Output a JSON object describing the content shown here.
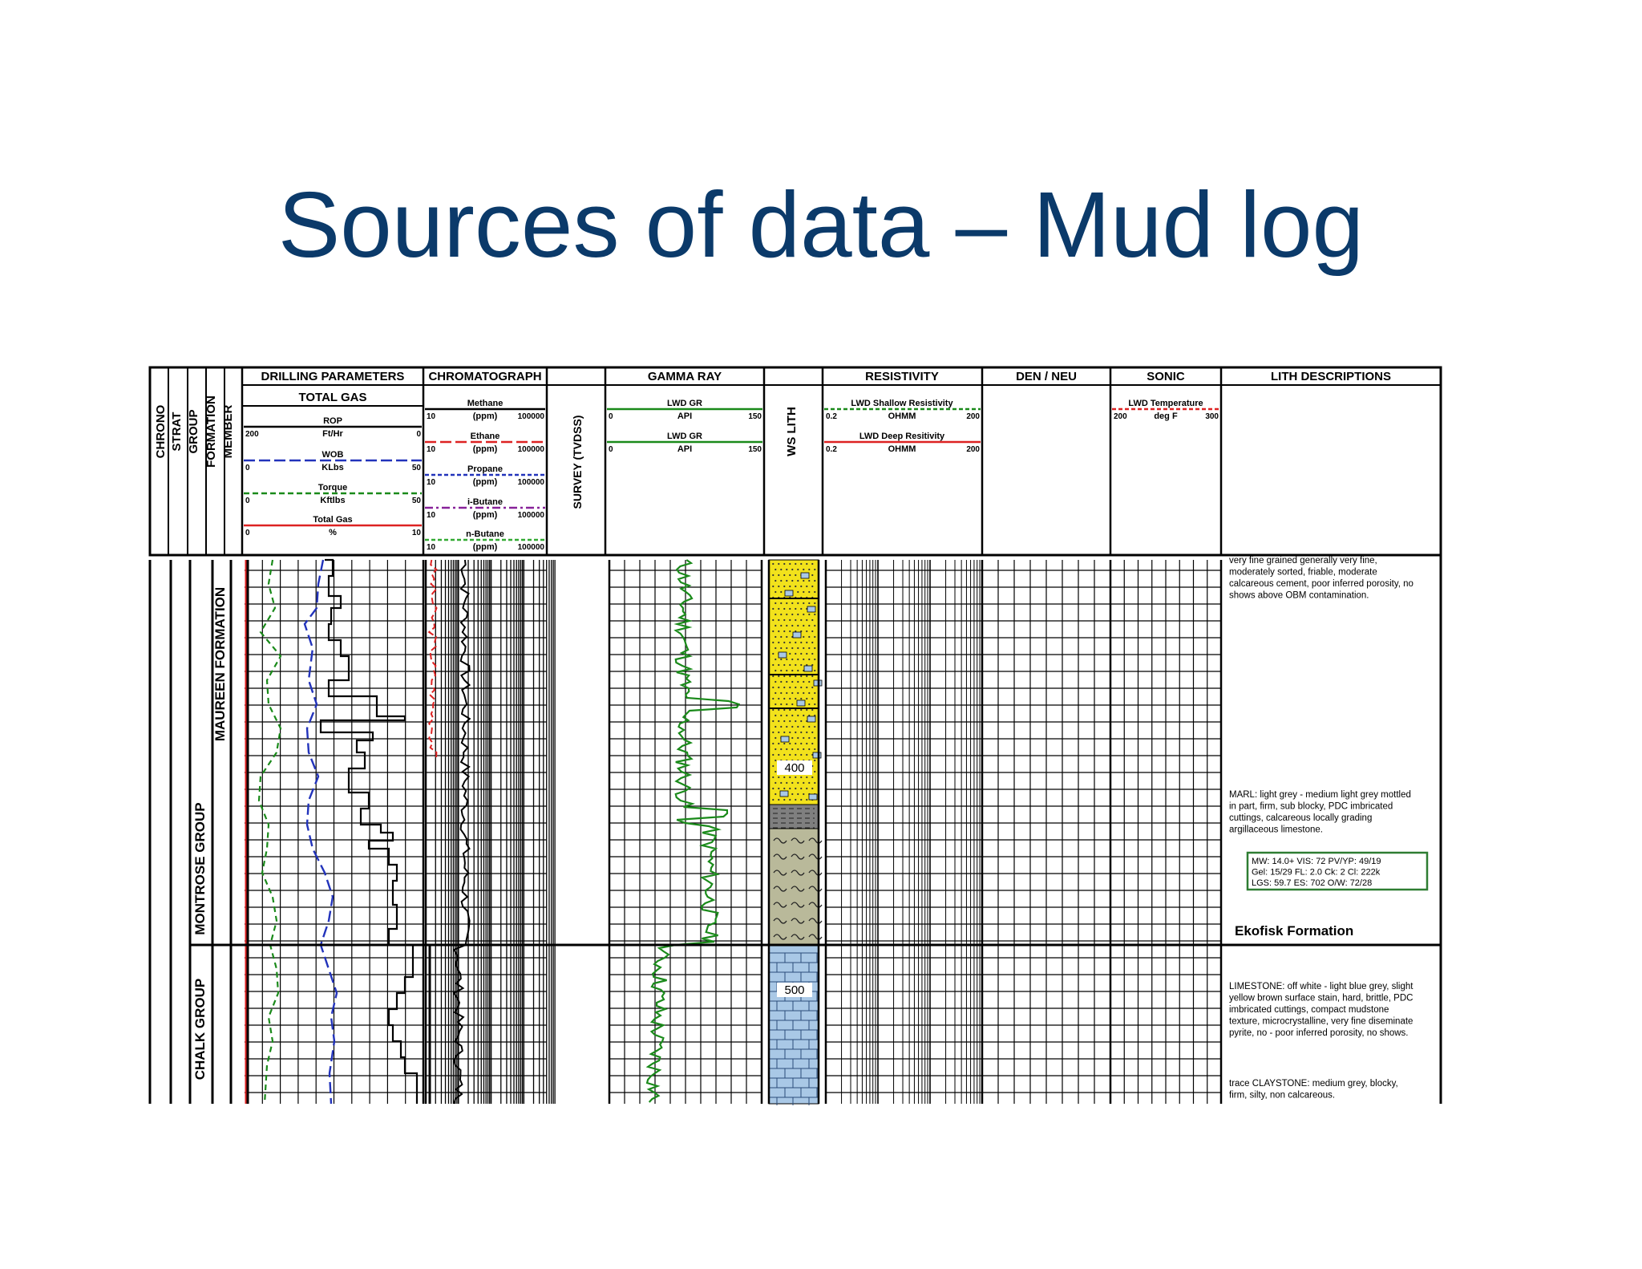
{
  "slide": {
    "title": "Sources of data – Mud log"
  },
  "header": {
    "strat_columns": [
      "CHRONO",
      "STRAT",
      "GROUP",
      "FORMATION",
      "MEMBER"
    ],
    "drilling_parameters": {
      "title": "DRILLING PARAMETERS",
      "subtitle": "TOTAL GAS",
      "curves": [
        {
          "name": "ROP",
          "unit": "Ft/Hr",
          "min": "200",
          "max": "0",
          "color": "#000000"
        },
        {
          "name": "WOB",
          "unit": "KLbs",
          "min": "0",
          "max": "50",
          "color": "#2233bb"
        },
        {
          "name": "Torque",
          "unit": "Kftlbs",
          "min": "0",
          "max": "50",
          "color": "#1a8a1a"
        },
        {
          "name": "Total Gas",
          "unit": "%",
          "min": "0",
          "max": "10",
          "color": "#dd2222"
        }
      ]
    },
    "chromatograph": {
      "title": "CHROMATOGRAPH",
      "curves": [
        {
          "name": "Methane",
          "unit": "(ppm)",
          "min": "10",
          "max": "100000",
          "color": "#000000"
        },
        {
          "name": "Ethane",
          "unit": "(ppm)",
          "min": "10",
          "max": "100000",
          "color": "#dd2222"
        },
        {
          "name": "Propane",
          "unit": "(ppm)",
          "min": "10",
          "max": "100000",
          "color": "#2233bb"
        },
        {
          "name": "i-Butane",
          "unit": "(ppm)",
          "min": "10",
          "max": "100000",
          "color": "#882299"
        },
        {
          "name": "n-Butane",
          "unit": "(ppm)",
          "min": "10",
          "max": "100000",
          "color": "#33aa33"
        }
      ]
    },
    "survey": {
      "title": "SURVEY (TVDSS)"
    },
    "gamma_ray": {
      "title": "GAMMA RAY",
      "curves": [
        {
          "name": "LWD GR",
          "unit": "API",
          "min": "0",
          "max": "150",
          "color": "#1a8a1a"
        },
        {
          "name": "LWD GR",
          "unit": "API",
          "min": "0",
          "max": "150",
          "color": "#1a8a1a"
        }
      ]
    },
    "ws_lith": {
      "title": "WS LITH"
    },
    "resistivity": {
      "title": "RESISTIVITY",
      "curves": [
        {
          "name": "LWD Shallow Resistivity",
          "unit": "OHMM",
          "min": "0.2",
          "max": "200",
          "color": "#1a8a1a"
        },
        {
          "name": "LWD Deep Resitivity",
          "unit": "OHMM",
          "min": "0.2",
          "max": "200",
          "color": "#dd2222"
        }
      ]
    },
    "den_neu": {
      "title": "DEN / NEU"
    },
    "sonic": {
      "title": "SONIC",
      "curves": [
        {
          "name": "LWD Temperature",
          "unit": "deg F",
          "min": "200",
          "max": "300",
          "color": "#dd2222"
        }
      ]
    },
    "lith_descriptions": {
      "title": "LITH DESCRIPTIONS"
    }
  },
  "body": {
    "units": {
      "group_upper": "MONTROSE GROUP",
      "group_lower": "CHALK GROUP",
      "formation": "MAUREEN FORMATION",
      "boundary_label": "Ekofisk  Formation"
    },
    "depth_markers": [
      "400",
      "500"
    ],
    "descriptions": [
      "very fine grained generally very fine,",
      "moderately sorted, friable, moderate",
      "calcareous cement, poor inferred porosity, no",
      "shows above OBM contamination."
    ],
    "marl_description": [
      "MARL: light grey - medium light grey mottled",
      "in part, firm, sub blocky, PDC imbricated",
      "cuttings, calcareous locally grading",
      "argillaceous limestone."
    ],
    "mud_properties": [
      "MW: 14.0+   VIS: 72     PV/YP: 49/19",
      "Gel: 15/29  FL: 2.0   Ck: 2     Cl: 222k",
      "LGS: 59.7    ES: 702      O/W: 72/28"
    ],
    "limestone_description": [
      "LIMESTONE: off white - light blue grey, slight",
      "yellow brown surface stain, hard, brittle, PDC",
      "imbricated cuttings, compact mudstone",
      "texture, microcrystalline, very fine diseminate",
      "pyrite, no - poor inferred porosity, no shows."
    ],
    "claystone_description": [
      "trace CLAYSTONE: medium grey, blocky,",
      "firm, silty, non calcareous."
    ]
  },
  "colors": {
    "title": "#0b3a6a",
    "sandstone": "#f2e21c",
    "marl": "#b9b99a",
    "limestone": "#a9c8e6",
    "mud_box": "#2e7d32"
  }
}
